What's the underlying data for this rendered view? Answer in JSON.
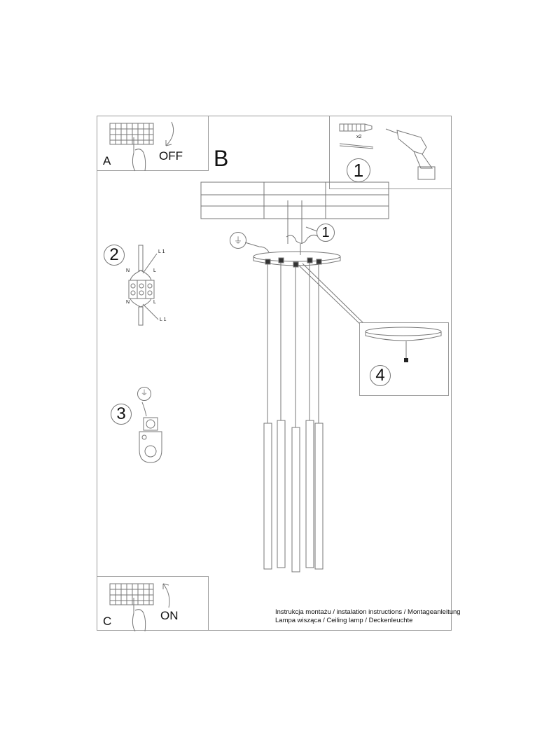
{
  "steps": {
    "a": {
      "letter": "A",
      "action_label": "OFF"
    },
    "b": {
      "letter": "B"
    },
    "c": {
      "letter": "C",
      "action_label": "ON"
    }
  },
  "step_numbers": {
    "tools": "1",
    "mount_callout": "1",
    "wiring": "2",
    "ground": "3",
    "detail": "4"
  },
  "tools_panel": {
    "quantity_label": "x2",
    "items": [
      "wall-plug",
      "screw",
      "drill"
    ]
  },
  "wiring_diagram": {
    "labels": {
      "l1_top": "L 1",
      "n_top": "N",
      "l_top": "L",
      "n_bottom": "N",
      "l_bottom": "L",
      "l1_bottom": "L 1"
    }
  },
  "lamp": {
    "pendant_count": 5,
    "type": "ceiling pendant with 5 tubes"
  },
  "caption": {
    "line1": "Instrukcja montażu / instalation instructions / Montageanleitung",
    "line2": "Lampa wisząca / Ceiling lamp / Deckenleuchte"
  }
}
